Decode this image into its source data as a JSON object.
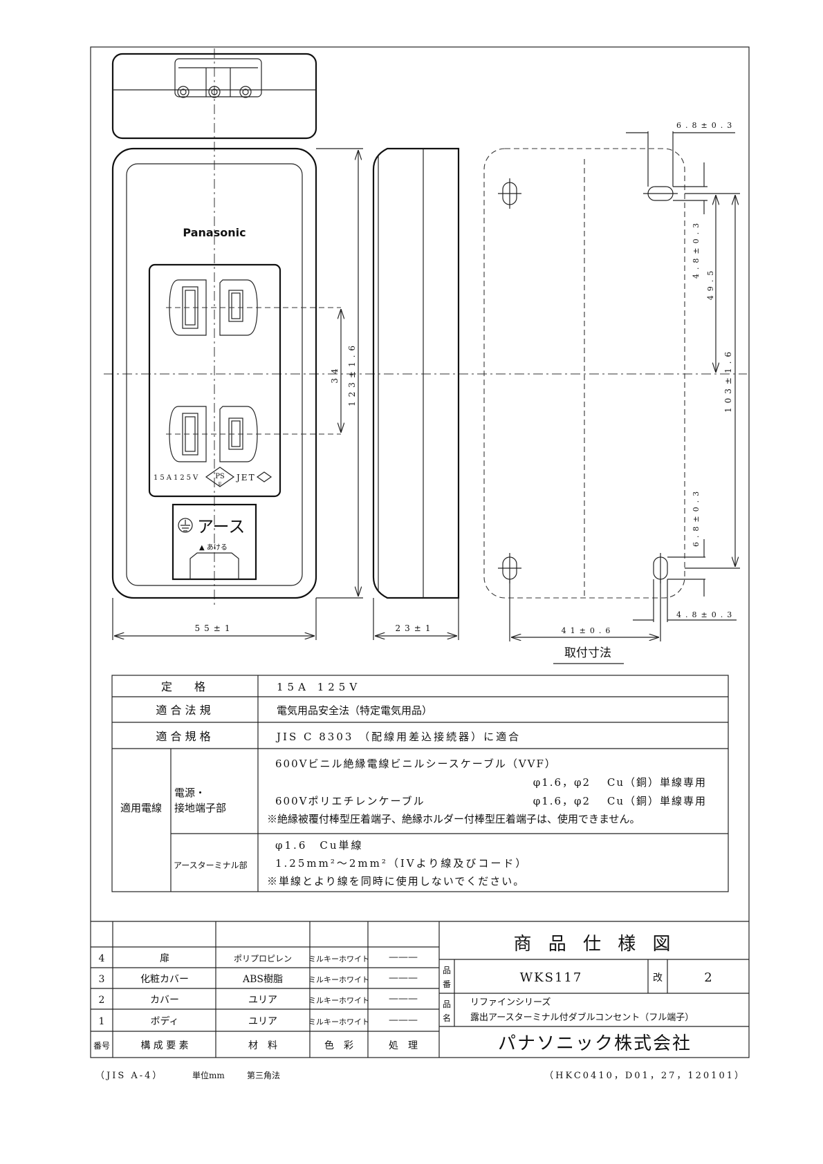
{
  "drawing": {
    "brand_logo": "Panasonic",
    "outlet_rating_label": "15A125V",
    "pse_mark": "PS",
    "pse_sub": "E",
    "jet_mark": "JET",
    "earth_label": "アース",
    "open_label": "▲ あける",
    "dims": {
      "width": "55±1",
      "height": "123±1.6",
      "pitch": "34",
      "depth": "23±1",
      "hole_top": "6.8±0.3",
      "slot_left": "4.8±0.3",
      "hole_to_center": "49.5",
      "mount_height": "103±1.6",
      "hole_bottom": "6.8±0.3",
      "slot_bottom": "4.8±0.3",
      "mount_width": "41±0.6"
    },
    "mount_caption": "取付寸法"
  },
  "spec": {
    "rows": [
      {
        "label": "定　　格",
        "value": "15A 125V"
      },
      {
        "label": "適 合 法 規",
        "value": "電気用品安全法（特定電気用品）"
      },
      {
        "label": "適 合 規 格",
        "value": "JIS C 8303 （配線用差込接続器）に適合"
      }
    ],
    "wire_label": "適用電線",
    "power_label_1": "電源・",
    "power_label_2": "接地端子部",
    "power_lines": [
      "600Vビニル絶縁電線ビニルシースケーブル（VVF）",
      "φ1.6，φ2　 Cu（銅）単線専用",
      "600Vポリエチレンケーブル",
      "φ1.6，φ2　 Cu（銅）単線専用",
      "※絶縁被覆付棒型圧着端子、絶縁ホルダー付棒型圧着端子は、使用できません。"
    ],
    "earth_label": "アースターミナル部",
    "earth_lines": [
      "φ1.6　Cu単線",
      "1.25mm²～2mm²（IVより線及びコード）",
      "※単線とより線を同時に使用しないでください。"
    ]
  },
  "parts": {
    "rows": [
      {
        "no": "4",
        "name": "扉",
        "material": "ポリプロピレン",
        "color": "ミルキーホワイト",
        "finish": "———"
      },
      {
        "no": "3",
        "name": "化粧カバー",
        "material": "ABS樹脂",
        "color": "ミルキーホワイト",
        "finish": "———"
      },
      {
        "no": "2",
        "name": "カバー",
        "material": "ユリア",
        "color": "ミルキーホワイト",
        "finish": "———"
      },
      {
        "no": "1",
        "name": "ボディ",
        "material": "ユリア",
        "color": "ミルキーホワイト",
        "finish": "———"
      }
    ],
    "headers": {
      "no": "番号",
      "name": "構 成 要 素",
      "material": "材　料",
      "color": "色　彩",
      "finish": "処　理"
    }
  },
  "title_block": {
    "title": "商 品 仕 様 図",
    "part_no_label_1": "品",
    "part_no_label_2": "番",
    "part_no": "WKS117",
    "rev_label": "改",
    "rev": "2",
    "name_label_1": "品",
    "name_label_2": "名",
    "series": "リファインシリーズ",
    "product_name": "露出アースターミナル付ダブルコンセント（フル端子）",
    "company": "パナソニック株式会社"
  },
  "footer": {
    "paper": "（JIS A-4）",
    "unit": "単位mm",
    "projection": "第三角法",
    "code": "（HKC0410，D01，27，120101）"
  }
}
